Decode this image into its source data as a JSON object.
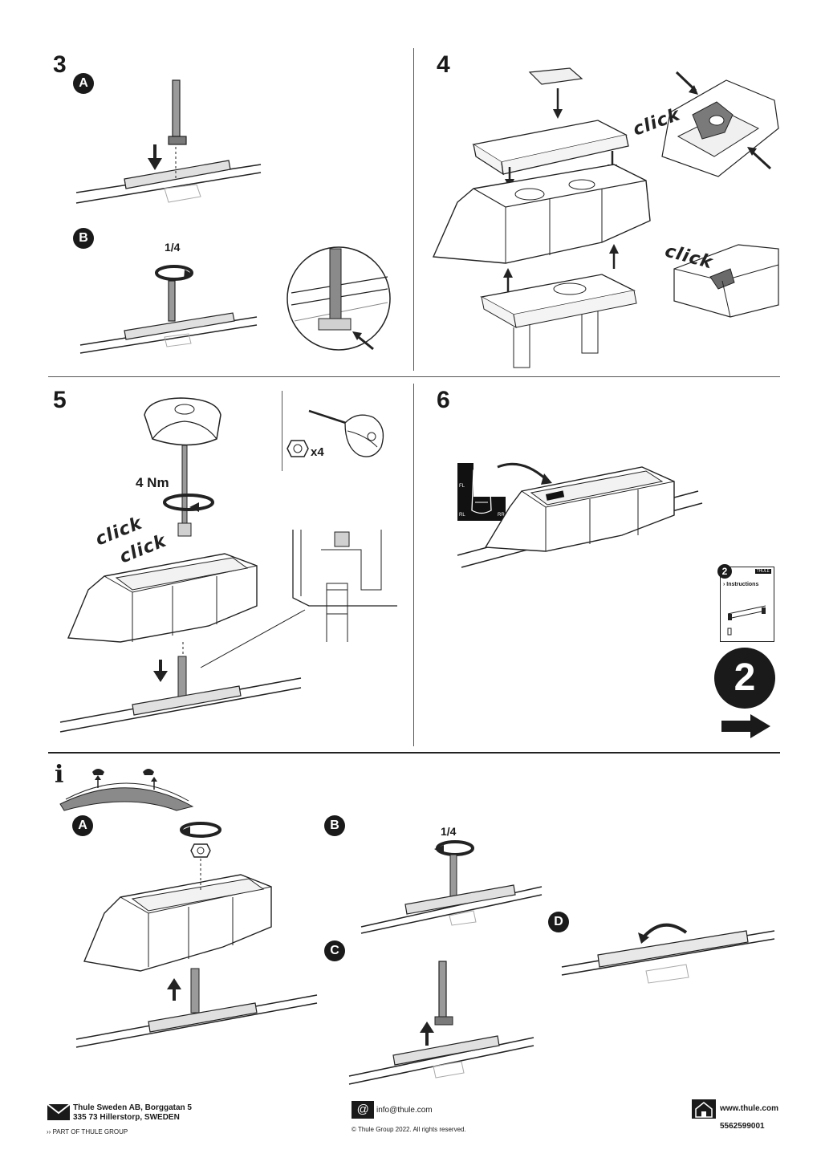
{
  "steps": {
    "s3": {
      "number": "3",
      "sub_a": "A",
      "sub_b": "B",
      "quarter_label": "1/4"
    },
    "s4": {
      "number": "4",
      "click_1": "click",
      "click_2": "click"
    },
    "s5": {
      "number": "5",
      "torque_label": "4 Nm",
      "click_1": "click",
      "click_2": "click",
      "qty_label": "x4"
    },
    "s6": {
      "number": "6",
      "pos_fl": "FL",
      "pos_rl": "RL",
      "pos_rr": "RR",
      "booklet_number": "2",
      "booklet_title": "› Instructions",
      "booklet_brand": "THULE",
      "next_number": "2"
    }
  },
  "info": {
    "icon": "i",
    "sub_a": "A",
    "sub_b": "B",
    "sub_c": "C",
    "sub_d": "D",
    "quarter_label": "1/4"
  },
  "footer": {
    "address_line1": "Thule Sweden AB, Borggatan 5",
    "address_line2": "335 73 Hillerstorp, SWEDEN",
    "group_label": "PART OF THULE GROUP",
    "email": "info@thule.com",
    "copyright": "© Thule Group 2022. All rights reserved.",
    "website": "www.thule.com",
    "doc_number": "5562599001"
  },
  "icons": [
    "envelope-icon",
    "at-icon",
    "house-icon",
    "arrow-right-icon",
    "rotate-arrow-icon",
    "down-arrow-icon",
    "up-arrow-icon"
  ]
}
